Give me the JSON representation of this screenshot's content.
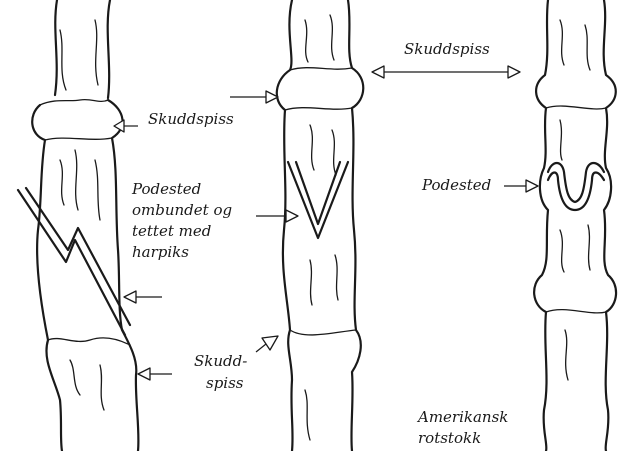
{
  "labels": {
    "skuddspiss_left": "Skuddspiss",
    "podested_left_1": "Podested",
    "podested_left_2": "ombundet og",
    "podested_left_3": "tettet med",
    "podested_left_4": "harpiks",
    "skuddspiss_bottom_1": "Skudd-",
    "skuddspiss_bottom_2": "spiss",
    "skuddspiss_top": "Skuddspiss",
    "podested_right": "Podested",
    "rootstock_1": "Amerikansk",
    "rootstock_2": "rotstokk"
  },
  "colors": {
    "ink": "#1a1a1a",
    "paper": "#ffffff"
  }
}
